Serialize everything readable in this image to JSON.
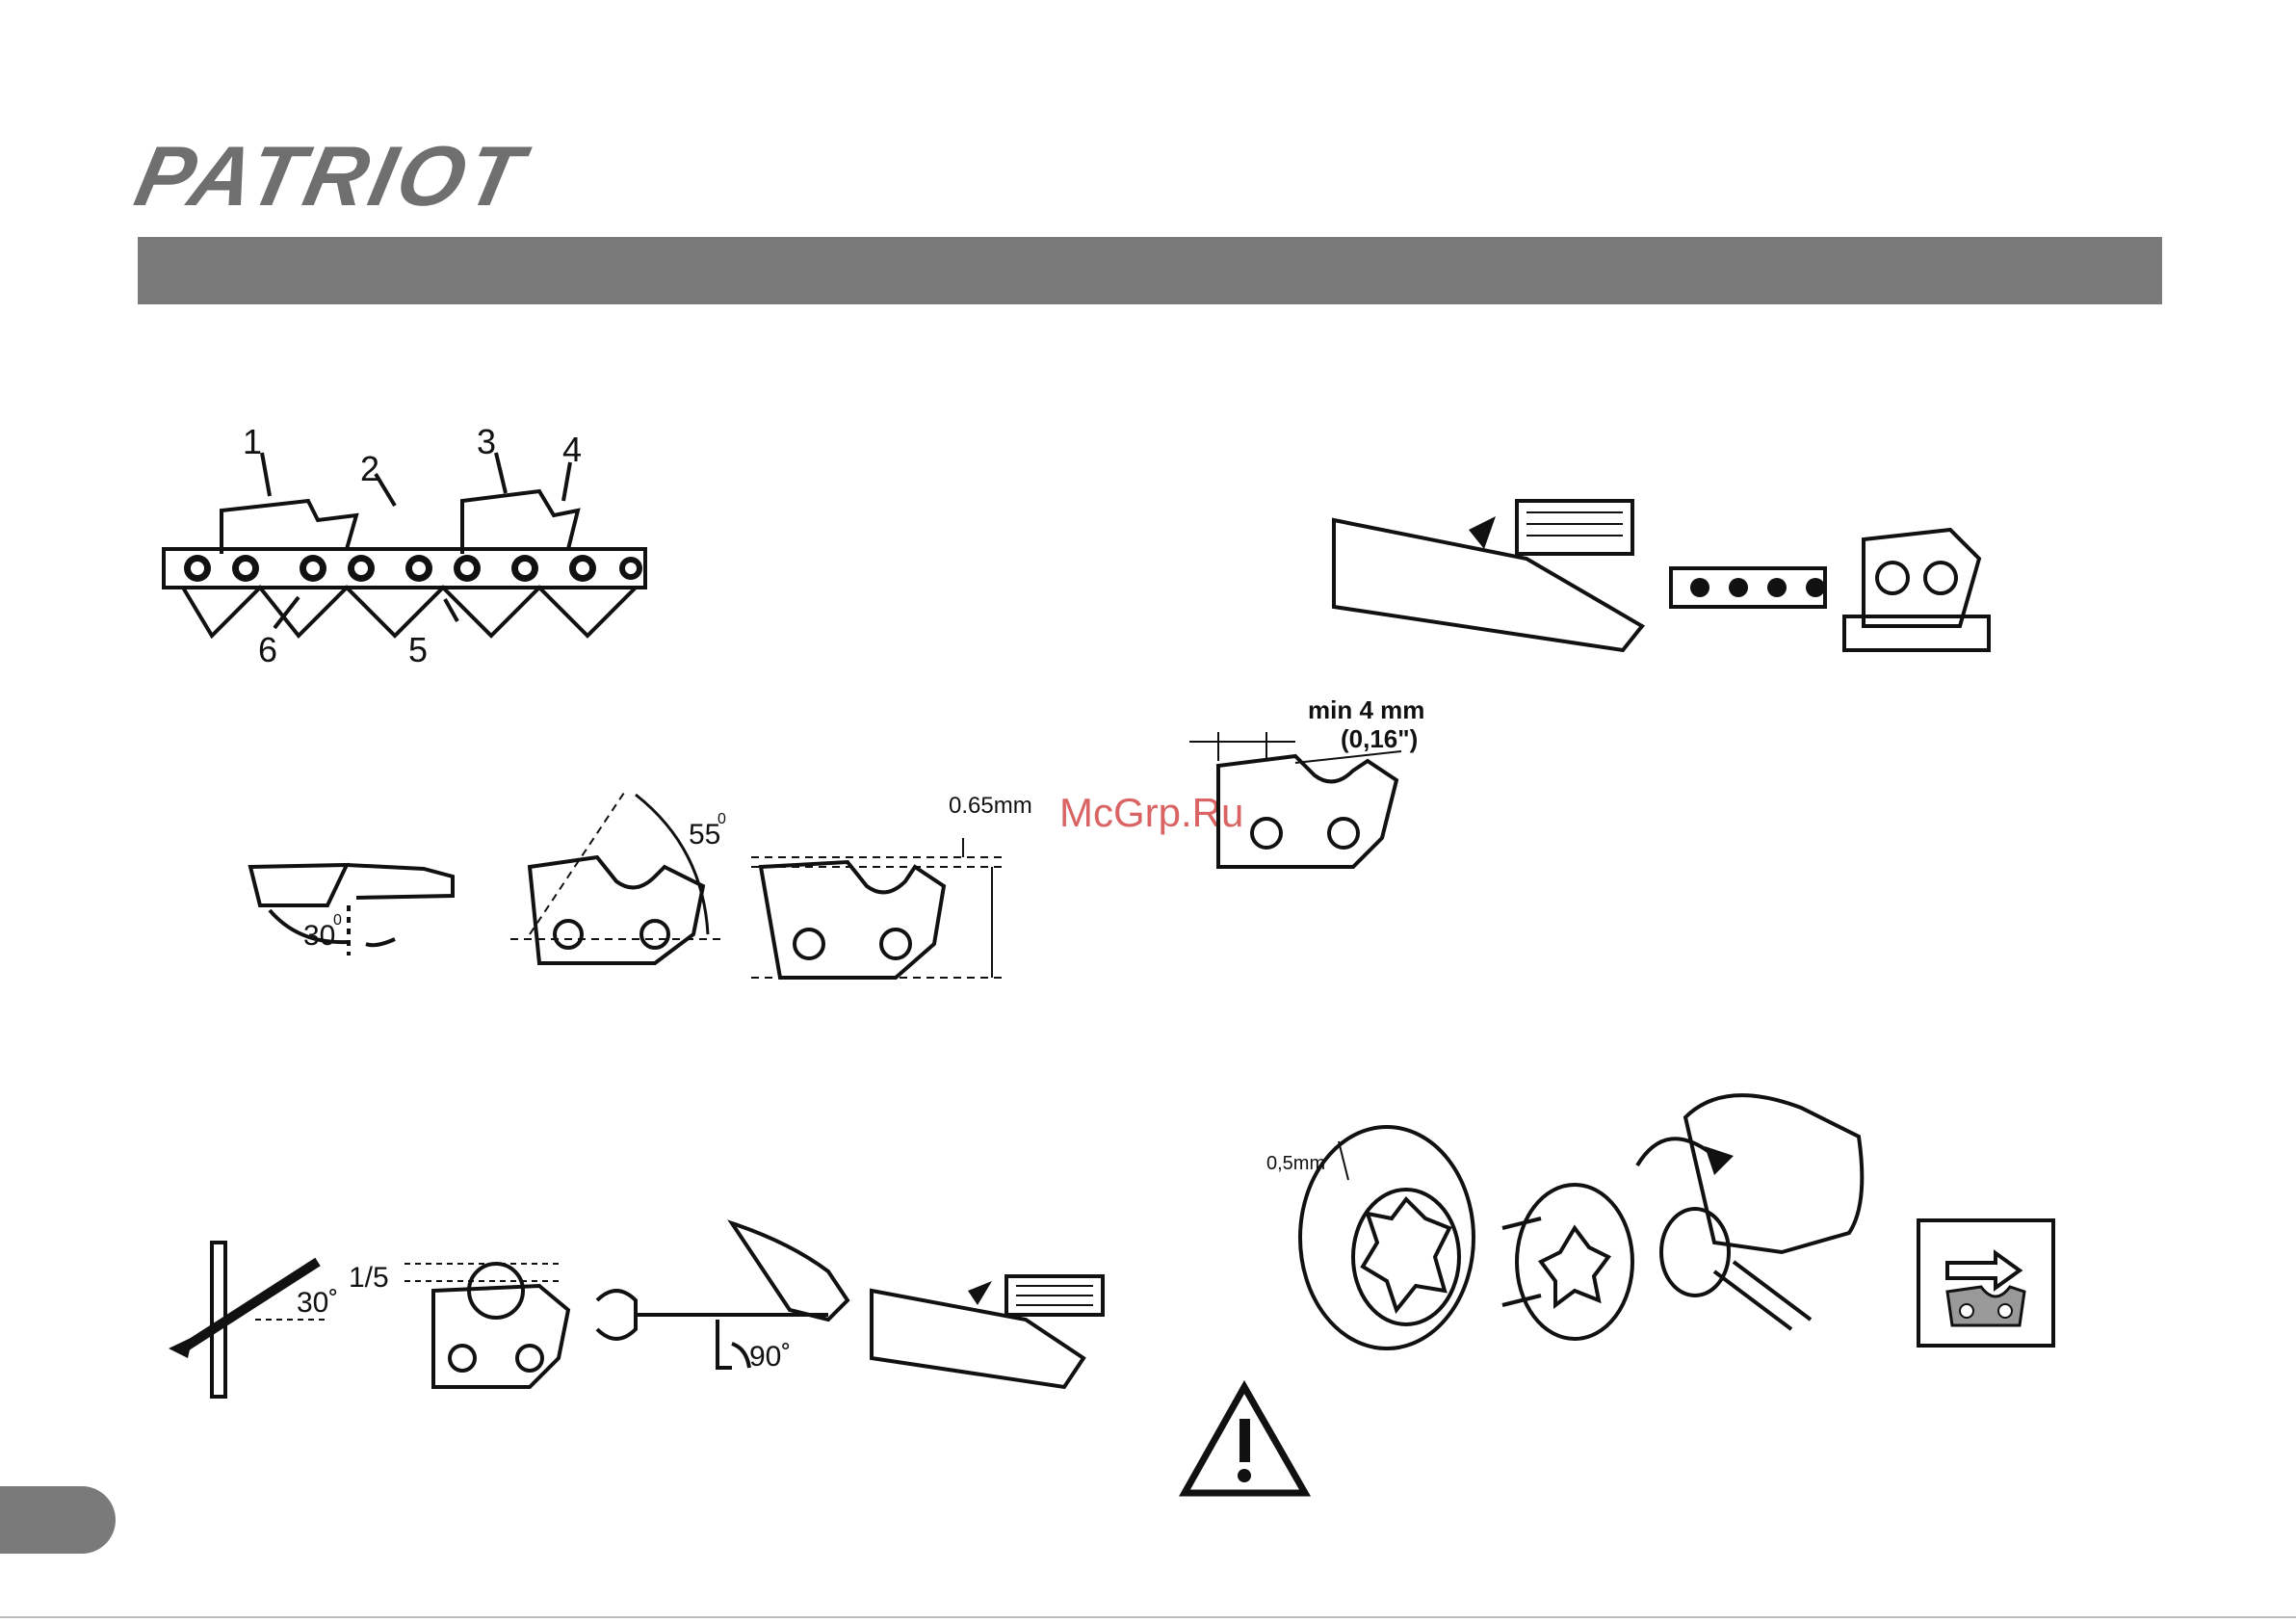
{
  "header": {
    "brand": "PATRIOT"
  },
  "watermark": "McGrp.Ru",
  "chain_callouts": [
    "1",
    "2",
    "3",
    "4",
    "5",
    "6"
  ],
  "figures": {
    "angle_30": "30",
    "angle_55": "55",
    "depth_gauge": "0.65mm",
    "min_thickness": "min 4 mm",
    "min_thickness_inch": "(0,16\")",
    "file_angle": "30˚",
    "file_height": "1/5",
    "file_right_angle": "90˚",
    "sprocket_wear": "0,5mm",
    "degree_mark": "0"
  },
  "icons": {
    "warning": "warning-triangle-icon",
    "rotate_chain": "chain-rotate-icon"
  },
  "colors": {
    "band": "#7b7a7a",
    "brand": "#6f6f6f",
    "watermark": "#d44a4a"
  }
}
